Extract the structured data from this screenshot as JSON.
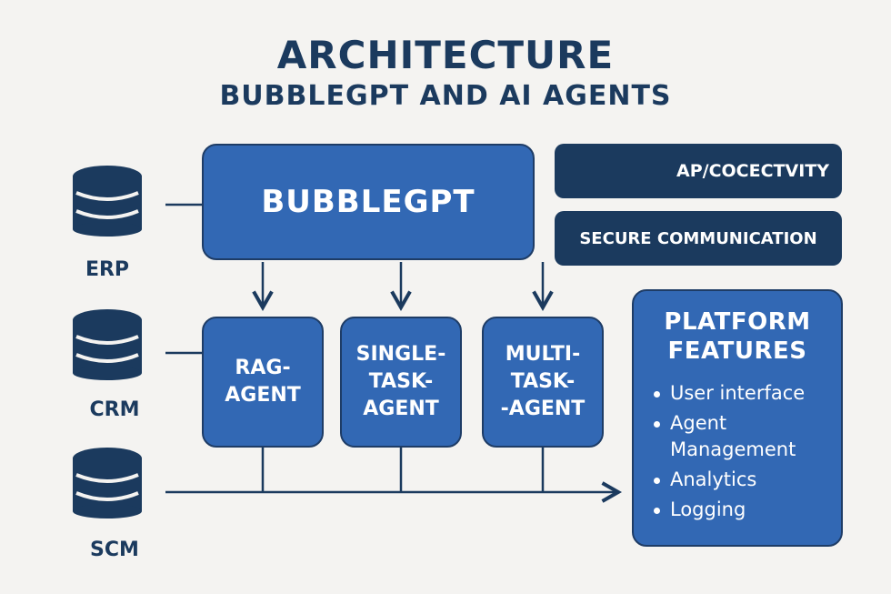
{
  "title": "ARCHITECTURE",
  "subtitle": "BUBBLEGPT AND AI AGENTS",
  "databases": [
    {
      "label": "ERP"
    },
    {
      "label": "CRM"
    },
    {
      "label": "SCM"
    }
  ],
  "main": {
    "label": "BUBBLEGPT"
  },
  "agents": [
    {
      "label": "RAG-\nAGENT"
    },
    {
      "label": "SINGLE-\nTASK-\nAGENT"
    },
    {
      "label": "MULTI-\nTASK-\n-AGENT"
    }
  ],
  "side_boxes": {
    "connectivity": "AP/COCECTVITY",
    "secure": "SECURE COMMUNICATION"
  },
  "platform": {
    "title": "PLATFORM\nFEATURES",
    "items": [
      "User interface",
      "Agent\nManagement",
      "Analytics",
      "Logging"
    ]
  },
  "colors": {
    "background": "#f4f3f1",
    "dark_navy": "#1b3a5e",
    "box_blue": "#3268b4"
  }
}
